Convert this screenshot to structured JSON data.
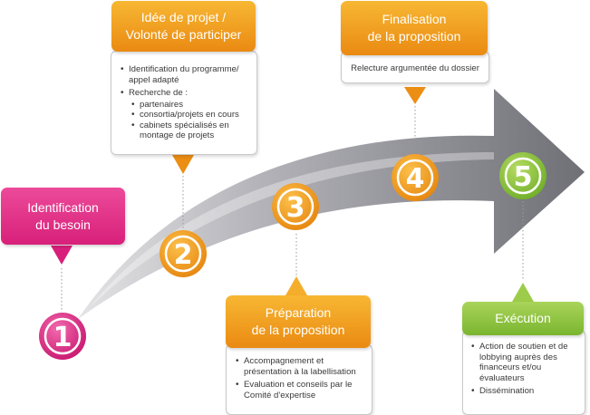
{
  "steps": [
    {
      "number": "1",
      "title_line1": "Identification",
      "title_line2": "du besoin",
      "color": "#de2b83"
    },
    {
      "number": "2",
      "title_line1": "Idée de projet /",
      "title_line2": "Volonté de participer",
      "color": "#f29f1f",
      "items": [
        "Identification du programme/ appel adapté",
        "Recherche de :"
      ],
      "subitems": [
        "partenaires",
        "consortia/projets en cours",
        "cabinets spécialisés en montage de projets"
      ]
    },
    {
      "number": "3",
      "title_line1": "Préparation",
      "title_line2": "de la proposition",
      "color": "#f29f1f",
      "items": [
        "Accompagnement et présentation à la labellisation",
        "Evaluation et conseils par le Comité d'expertise"
      ]
    },
    {
      "number": "4",
      "title_line1": "Finalisation",
      "title_line2": "de la proposition",
      "color": "#f29f1f",
      "items": [
        "Relecture argumentée du dossier"
      ]
    },
    {
      "number": "5",
      "title_line1": "Exécution",
      "color": "#8cc63f",
      "items": [
        "Action de soutien et de lobbying auprès des financeurs et/ou évaluateurs",
        "Dissémination"
      ]
    }
  ]
}
